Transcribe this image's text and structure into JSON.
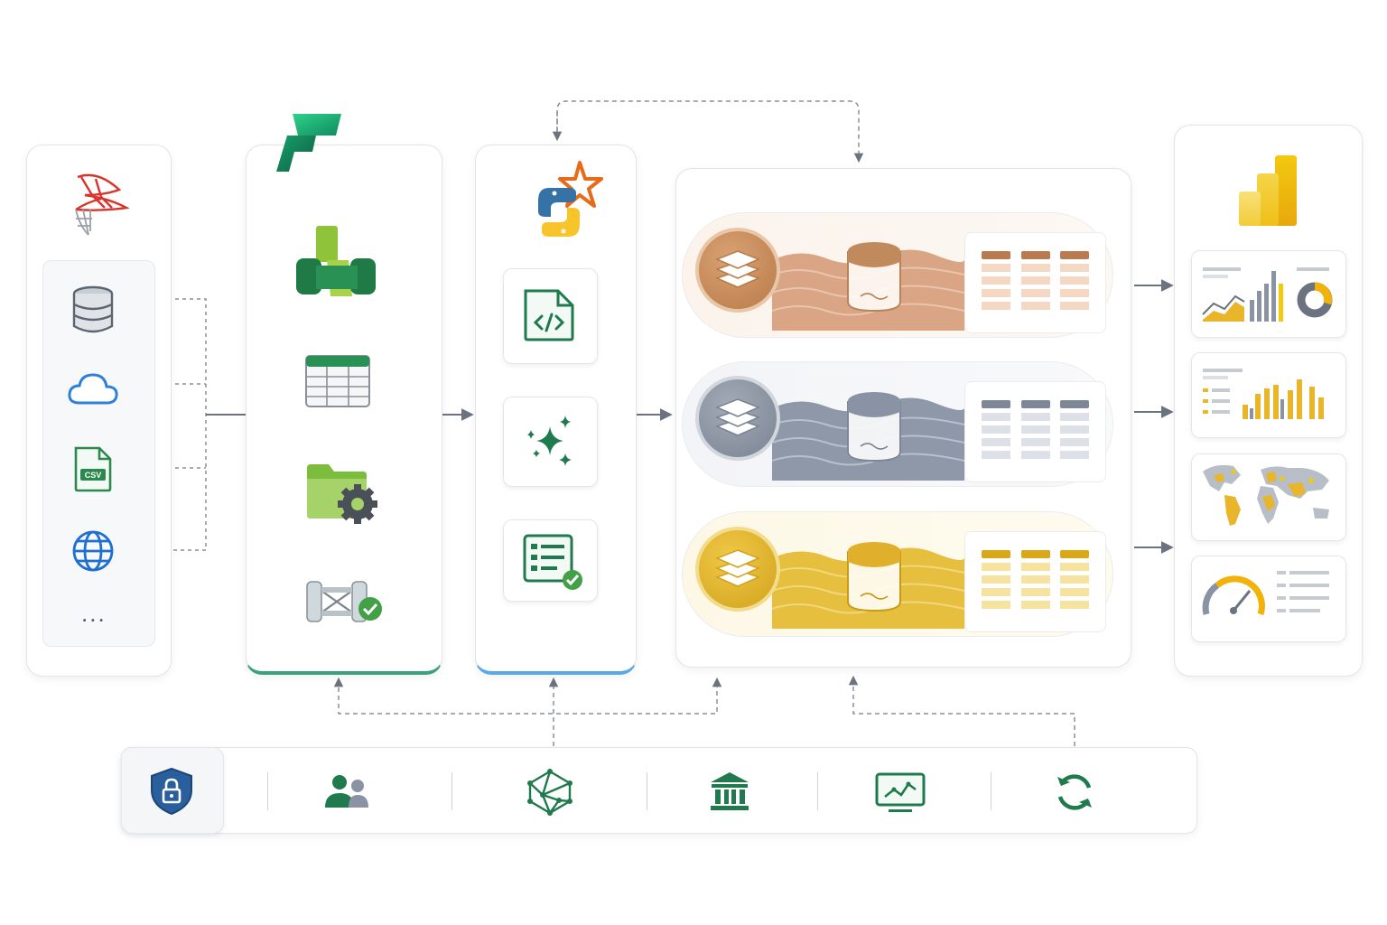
{
  "sources": {
    "more_label": "...",
    "items": [
      {
        "icon": "database-icon"
      },
      {
        "icon": "cloud-icon"
      },
      {
        "icon": "csv-file-icon",
        "label": "CSV"
      },
      {
        "icon": "globe-icon"
      }
    ]
  },
  "fabric": {
    "steps": [
      "pipeline-icon",
      "table-icon",
      "folder-gear-icon",
      "connector-check-icon"
    ]
  },
  "spark": {
    "steps": [
      "code-file-icon",
      "sparkle-icon",
      "checklist-icon"
    ]
  },
  "medallion": {
    "tiers": [
      {
        "name": "bronze",
        "color": "#c58f5f"
      },
      {
        "name": "silver",
        "color": "#8a93a3"
      },
      {
        "name": "gold",
        "color": "#e0b536"
      }
    ]
  },
  "reports": {
    "cards": [
      "line-bar-donut-icon",
      "bar-list-icon",
      "world-map-icon",
      "gauge-list-icon"
    ]
  },
  "governance": {
    "items": [
      "shield-lock-icon",
      "users-icon",
      "network-icon",
      "bank-icon",
      "monitor-chart-icon",
      "sync-icon"
    ]
  },
  "colors": {
    "fabric_accent": "#3aa17e",
    "spark_accent": "#5aa8e6",
    "governance_green": "#1f7a4d",
    "arrow_gray": "#6b7280"
  }
}
